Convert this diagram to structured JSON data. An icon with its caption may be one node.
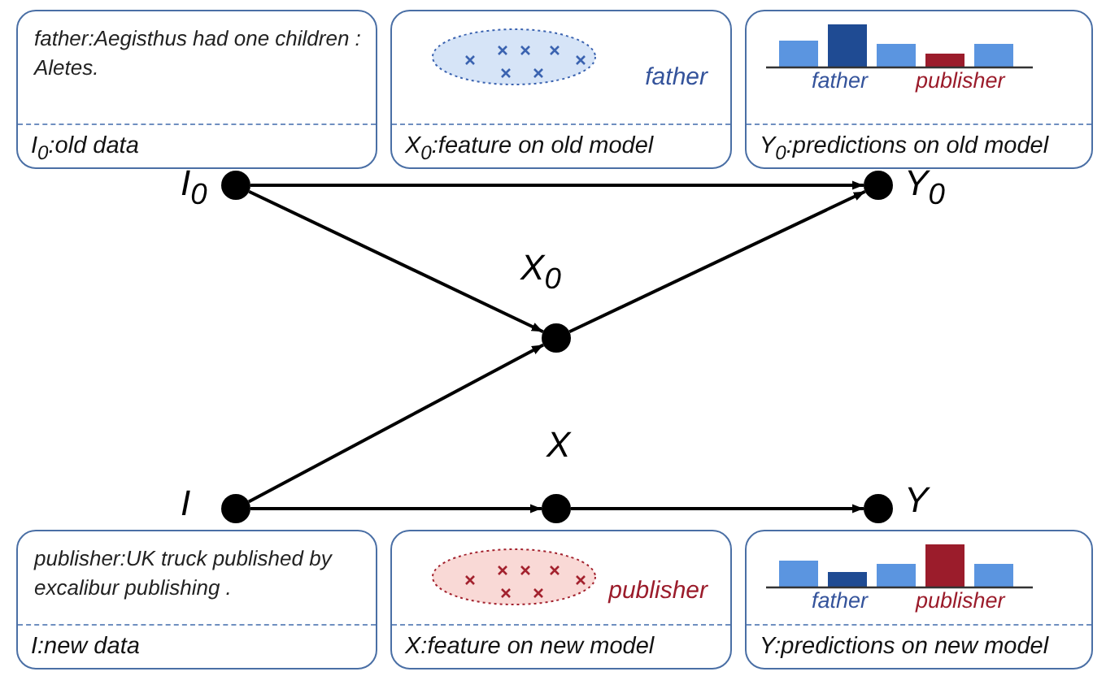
{
  "diagram": {
    "nodes": [
      {
        "text": [
          "father:Aegisthus had one children : Aletes.",
          "I$_{0}$:old data"
        ]
      },
      {
        "text": [
          "father",
          "X$_{0}$:feature on old model"
        ]
      },
      {
        "text": [
          "father",
          "publisher",
          "Y$_{0}$:predictions on old model"
        ]
      },
      {
        "text": [],
        "shape": "circle",
        "beside": [
          "I$_{0}$"
        ]
      },
      {
        "text": [],
        "shape": "circle",
        "beside": [
          "Y$_{0}$"
        ]
      },
      {
        "text": [],
        "shape": "circle",
        "beside": [
          "X$_{0}$"
        ]
      },
      {
        "text": [],
        "shape": "circle",
        "beside": [
          "I"
        ]
      },
      {
        "text": [],
        "shape": "circle",
        "beside": [
          "X"
        ]
      },
      {
        "text": [],
        "shape": "circle",
        "beside": [
          "Y"
        ]
      },
      {
        "text": [
          "publisher:UK truck published by excalibur publishing .",
          "I:new data"
        ]
      },
      {
        "text": [
          "publisher",
          "X:feature on new model"
        ]
      },
      {
        "text": [
          "father",
          "publisher",
          "Y:predictions on new model"
        ]
      }
    ],
    "edges": [
      {
        "from": 3,
        "to": 4,
        "arrow": "to"
      },
      {
        "from": 3,
        "to": 5,
        "arrow": "to"
      },
      {
        "from": 5,
        "to": 4,
        "arrow": "to"
      },
      {
        "from": 6,
        "to": 5,
        "arrow": "to"
      },
      {
        "from": 6,
        "to": 7,
        "arrow": "to"
      },
      {
        "from": 7,
        "to": 8,
        "arrow": "to"
      }
    ]
  }
}
